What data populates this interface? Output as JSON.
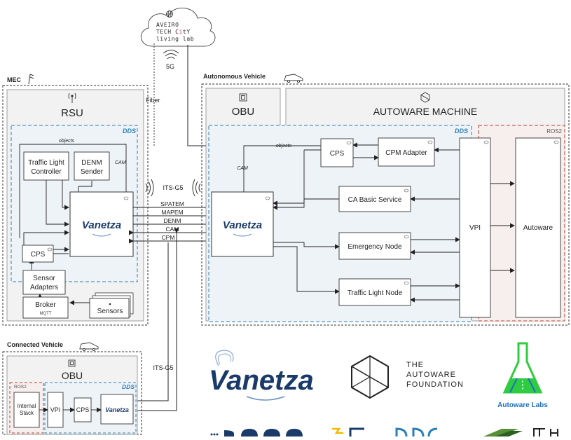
{
  "cloud": {
    "line1": "AVEIRO",
    "line2a": "TECH C",
    "line2b": "i",
    "line2c": "t",
    "line2d": "Y",
    "line3": "living lab",
    "link_5g": "5G",
    "link_fiber": "Fiber"
  },
  "mec": {
    "label": "MEC",
    "rsu": {
      "title": "RSU",
      "dds": "DDS",
      "objects": "objects",
      "cam": "CAM",
      "traffic_light_controller": [
        "Traffic Light",
        "Controller"
      ],
      "denm_sender": [
        "DENM",
        "Sender"
      ],
      "vanetza": "Vanetza",
      "cps": "CPS",
      "sensor_adapters": [
        "Sensor",
        "Adapters"
      ],
      "broker": "Broker",
      "broker_sub": "MQTT",
      "sensors": "Sensors"
    }
  },
  "links": {
    "its_g5_top": "ITS-G5",
    "messages": [
      "SPATEM",
      "MAPEM",
      "DENM",
      "CAM",
      "CPM"
    ],
    "its_g5_bottom": "ITS-G5"
  },
  "av": {
    "label": "Autonomous Vehicle",
    "obu_title": "OBU",
    "machine_title": "AUTOWARE MACHINE",
    "dds": "DDS",
    "ros2": "ROS2",
    "objects": "objects",
    "cam": "CAM",
    "vanetza": "Vanetza",
    "cps": "CPS",
    "cpm_adapter": "CPM Adapter",
    "ca_basic": "CA Basic Service",
    "emergency": "Emergency Node",
    "traffic_light_node": "Traffic Light Node",
    "vpi": "VPI",
    "autoware": "Autoware"
  },
  "cv": {
    "label": "Connected Vehicle",
    "obu_title": "OBU",
    "dds": "DDS",
    "ros2": "ROS2",
    "internal_stack": [
      "Internal",
      "Stack"
    ],
    "vpi": "VPI",
    "cps": "CPS",
    "vanetza": "Vanetza"
  },
  "logos": {
    "vanetza": "Vanetza",
    "autoware_foundation": [
      "THE",
      "AUTOWARE",
      "FOUNDATION"
    ],
    "autoware_labs": "Autoware Labs"
  },
  "colors": {
    "dds_blue": "#2b7fb8",
    "ros_red": "#c0392b",
    "box_bg": "#f2f2f2",
    "dds_bg": "#eef3f8",
    "ros_bg": "#f7efee",
    "autoware_labs_green": "#2ecc40",
    "autoware_labs_blue": "#1f6fbf"
  }
}
